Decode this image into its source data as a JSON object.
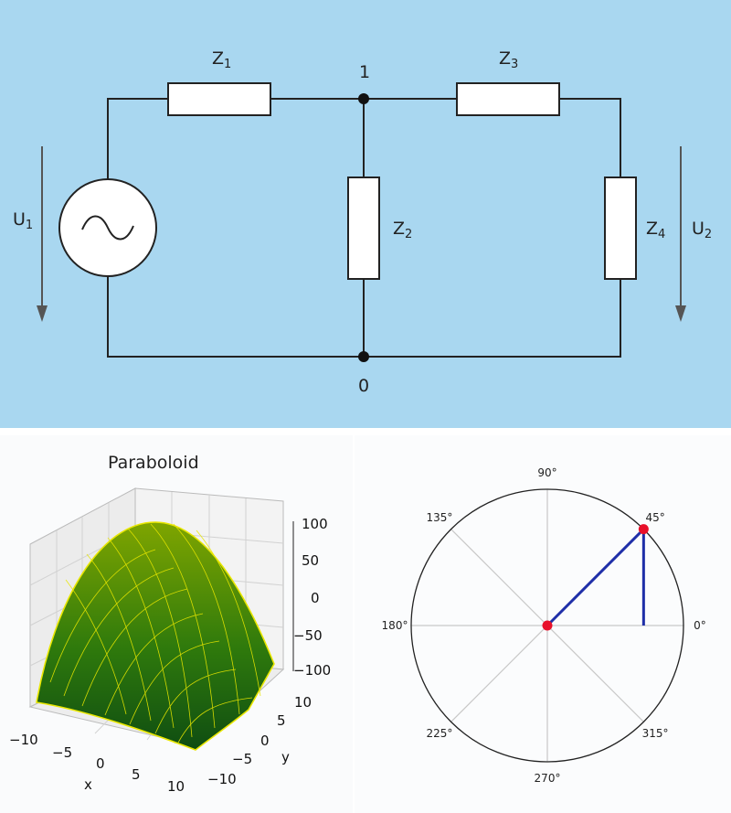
{
  "circuit": {
    "labels": {
      "z1": {
        "main": "Z",
        "sub": "1"
      },
      "z2": {
        "main": "Z",
        "sub": "2"
      },
      "z3": {
        "main": "Z",
        "sub": "3"
      },
      "z4": {
        "main": "Z",
        "sub": "4"
      },
      "u1": {
        "main": "U",
        "sub": "1"
      },
      "u2": {
        "main": "U",
        "sub": "2"
      },
      "node1": "1",
      "node0": "0"
    },
    "colors": {
      "background": "#a9d7f0",
      "wire": "#222222",
      "component_fill": "#ffffff",
      "arrow": "#555555"
    },
    "icons": {
      "source": "ac-voltage-source-icon",
      "arrow": "downward-arrow-icon"
    }
  },
  "paraboloid": {
    "title": "Paraboloid",
    "z_ticks": [
      "100",
      "50",
      "0",
      "−50",
      "−100"
    ],
    "x_ticks": [
      "−10",
      "−5",
      "0",
      "5",
      "10"
    ],
    "y_ticks": [
      "10",
      "5",
      "0",
      "−5",
      "−10"
    ],
    "x_label": "x",
    "y_label": "y",
    "colors": {
      "surface_top": "#7fa500",
      "surface_bottom": "#0f4d12",
      "mesh": "#e9e700"
    }
  },
  "polar": {
    "angle_labels": [
      "0°",
      "45°",
      "90°",
      "135°",
      "180°",
      "225°",
      "270°",
      "315°"
    ],
    "vector_angle_deg": 45,
    "vector_magnitude_fraction": 1.0,
    "colors": {
      "vector": "#1f2fa8",
      "point": "#e8102a",
      "gridline": "#c8c8c8",
      "circle": "#222222"
    }
  }
}
